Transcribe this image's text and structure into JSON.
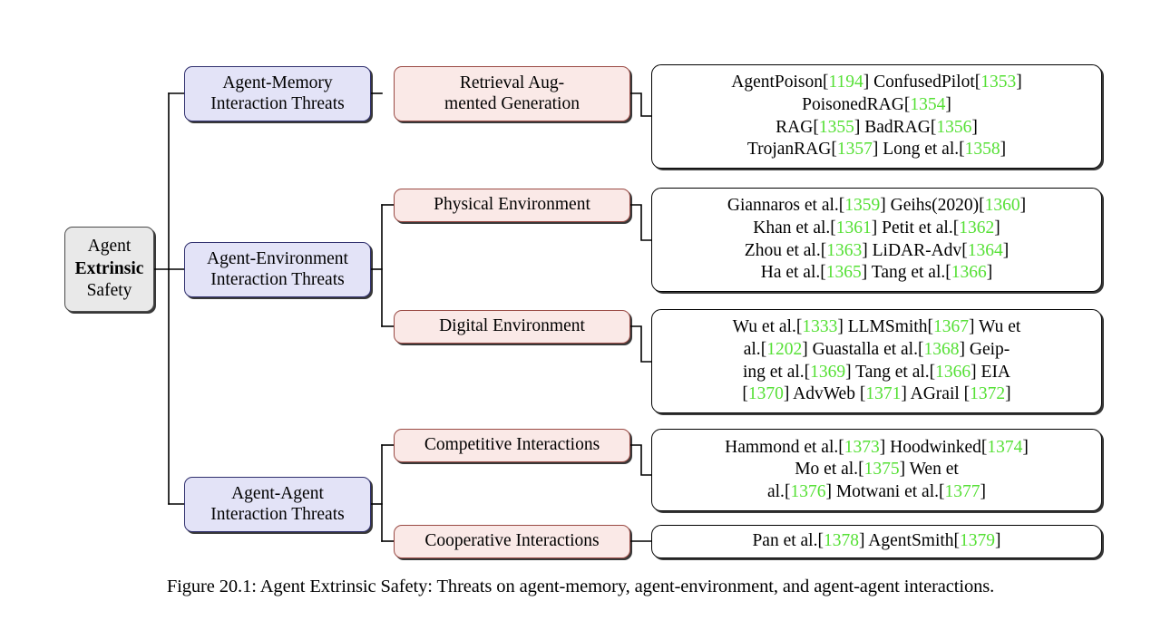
{
  "figure": {
    "caption": "Figure 20.1: Agent Extrinsic Safety: Threats on agent-memory, agent-environment, and agent-agent interactions.",
    "colors": {
      "root_fill": "#e9e9e9",
      "level2_fill": "#e3e3f7",
      "level3_fill": "#fae9e7",
      "leaf_fill": "#ffffff",
      "citation_green": "#55e035",
      "edge_stroke": "#000000",
      "background": "#ffffff"
    }
  },
  "root": {
    "line1": "Agent",
    "line2": "Extrinsic",
    "line3": "Safety"
  },
  "branches": [
    {
      "id": "agent-memory",
      "label": "Agent-Memory\nInteraction Threats",
      "categories": [
        {
          "id": "retrieval-augmented-generation",
          "label": "Retrieval Aug-\nmented Generation",
          "entries": [
            {
              "name": "AgentPoison",
              "ref": "1194"
            },
            {
              "name": "ConfusedPilot",
              "ref": "1353"
            },
            {
              "name": "PoisonedRAG",
              "ref": "1354"
            },
            {
              "name": "RAG",
              "ref": "1355"
            },
            {
              "name": "BadRAG",
              "ref": "1356"
            },
            {
              "name": "TrojanRAG",
              "ref": "1357"
            },
            {
              "name": "Long et al.",
              "ref": "1358"
            }
          ],
          "lines": [
            "AgentPoison[1194] ConfusedPilot[1353]",
            "PoisonedRAG[1354]",
            "RAG[1355] BadRAG[1356]",
            "TrojanRAG[1357] Long et al.[1358]"
          ]
        }
      ]
    },
    {
      "id": "agent-environment",
      "label": "Agent-Environment\nInteraction Threats",
      "categories": [
        {
          "id": "physical-environment",
          "label": "Physical Environment",
          "entries": [
            {
              "name": "Giannaros et al.",
              "ref": "1359"
            },
            {
              "name": "Geihs(2020)",
              "ref": "1360"
            },
            {
              "name": "Khan et al.",
              "ref": "1361"
            },
            {
              "name": "Petit et al.",
              "ref": "1362"
            },
            {
              "name": "Zhou et al.",
              "ref": "1363"
            },
            {
              "name": "LiDAR-Adv",
              "ref": "1364"
            },
            {
              "name": "Ha et al.",
              "ref": "1365"
            },
            {
              "name": "Tang et al.",
              "ref": "1366"
            }
          ],
          "lines": [
            "Giannaros et al.[1359] Geihs(2020)[1360]",
            "Khan et al.[1361] Petit et al.[1362]",
            "Zhou et al.[1363] LiDAR-Adv[1364]",
            "Ha et al.[1365] Tang et al.[1366]"
          ]
        },
        {
          "id": "digital-environment",
          "label": "Digital Environment",
          "entries": [
            {
              "name": "Wu et al.",
              "ref": "1333"
            },
            {
              "name": "LLMSmith",
              "ref": "1367"
            },
            {
              "name": "Wu et al.",
              "ref": "1202"
            },
            {
              "name": "Guastalla et al.",
              "ref": "1368"
            },
            {
              "name": "Geiping et al.",
              "ref": "1369"
            },
            {
              "name": "Tang et al.",
              "ref": "1366"
            },
            {
              "name": "EIA",
              "ref": "1370"
            },
            {
              "name": "AdvWeb",
              "ref": "1371"
            },
            {
              "name": "AGrail",
              "ref": "1372"
            }
          ],
          "lines": [
            "Wu et al.[1333] LLMSmith[1367] Wu et",
            "al.[1202] Guastalla et al.[1368] Geip-",
            "ing et al.[1369] Tang et al.[1366] EIA",
            "[1370] AdvWeb [1371] AGrail [1372]"
          ]
        }
      ]
    },
    {
      "id": "agent-agent",
      "label": "Agent-Agent\nInteraction Threats",
      "categories": [
        {
          "id": "competitive-interactions",
          "label": "Competitive Interactions",
          "entries": [
            {
              "name": "Hammond et al.",
              "ref": "1373"
            },
            {
              "name": "Hoodwinked",
              "ref": "1374"
            },
            {
              "name": "Mo et al.",
              "ref": "1375"
            },
            {
              "name": "Wen et al.",
              "ref": "1376"
            },
            {
              "name": "Motwani et al.",
              "ref": "1377"
            }
          ],
          "lines": [
            "Hammond et al.[1373] Hoodwinked[1374]",
            "Mo et al.[1375] Wen et",
            "al.[1376] Motwani et al.[1377]"
          ]
        },
        {
          "id": "cooperative-interactions",
          "label": "Cooperative Interactions",
          "entries": [
            {
              "name": "Pan et al.",
              "ref": "1378"
            },
            {
              "name": "AgentSmith",
              "ref": "1379"
            }
          ],
          "lines": [
            "Pan et al.[1378] AgentSmith[1379]"
          ]
        }
      ]
    }
  ]
}
